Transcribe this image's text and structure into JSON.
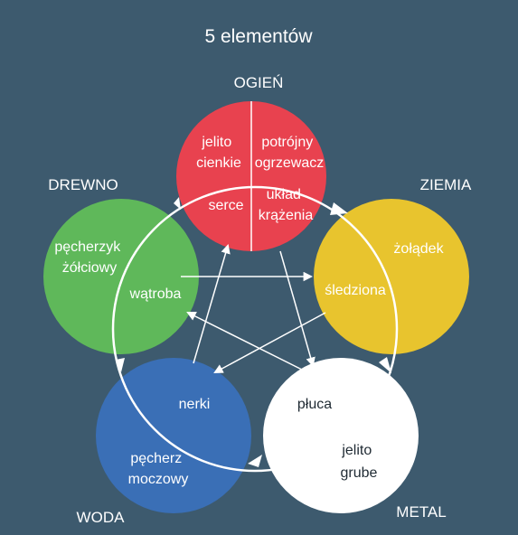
{
  "title": "5 elementów",
  "colors": {
    "background": "#3d5a6e",
    "fire": "#e8424f",
    "earth": "#e8c42e",
    "metal": "#ffffff",
    "water": "#3a6fb6",
    "wood": "#5fb85a",
    "arrow": "#ffffff",
    "dark_text": "#1f2a33"
  },
  "elements": {
    "fire": {
      "name": "OGIEŃ",
      "organs": {
        "left_top": [
          "jelito",
          "cienkie"
        ],
        "right_top": [
          "potrójny",
          "ogrzewacz"
        ],
        "left_bottom": [
          "serce"
        ],
        "right_bottom": [
          "układ",
          "krążenia"
        ]
      }
    },
    "earth": {
      "name": "ZIEMIA",
      "organs": {
        "top": "żołądek",
        "bottom": "śledziona"
      }
    },
    "metal": {
      "name": "METAL",
      "organs": {
        "top": "płuca",
        "bottom": [
          "jelito",
          "grube"
        ]
      }
    },
    "water": {
      "name": "WODA",
      "organs": {
        "top": "nerki",
        "bottom": [
          "pęcherz",
          "moczowy"
        ]
      }
    },
    "wood": {
      "name": "DREWNO",
      "organs": {
        "top": [
          "pęcherzyk",
          "żółciowy"
        ],
        "bottom": "wątroba"
      }
    }
  }
}
